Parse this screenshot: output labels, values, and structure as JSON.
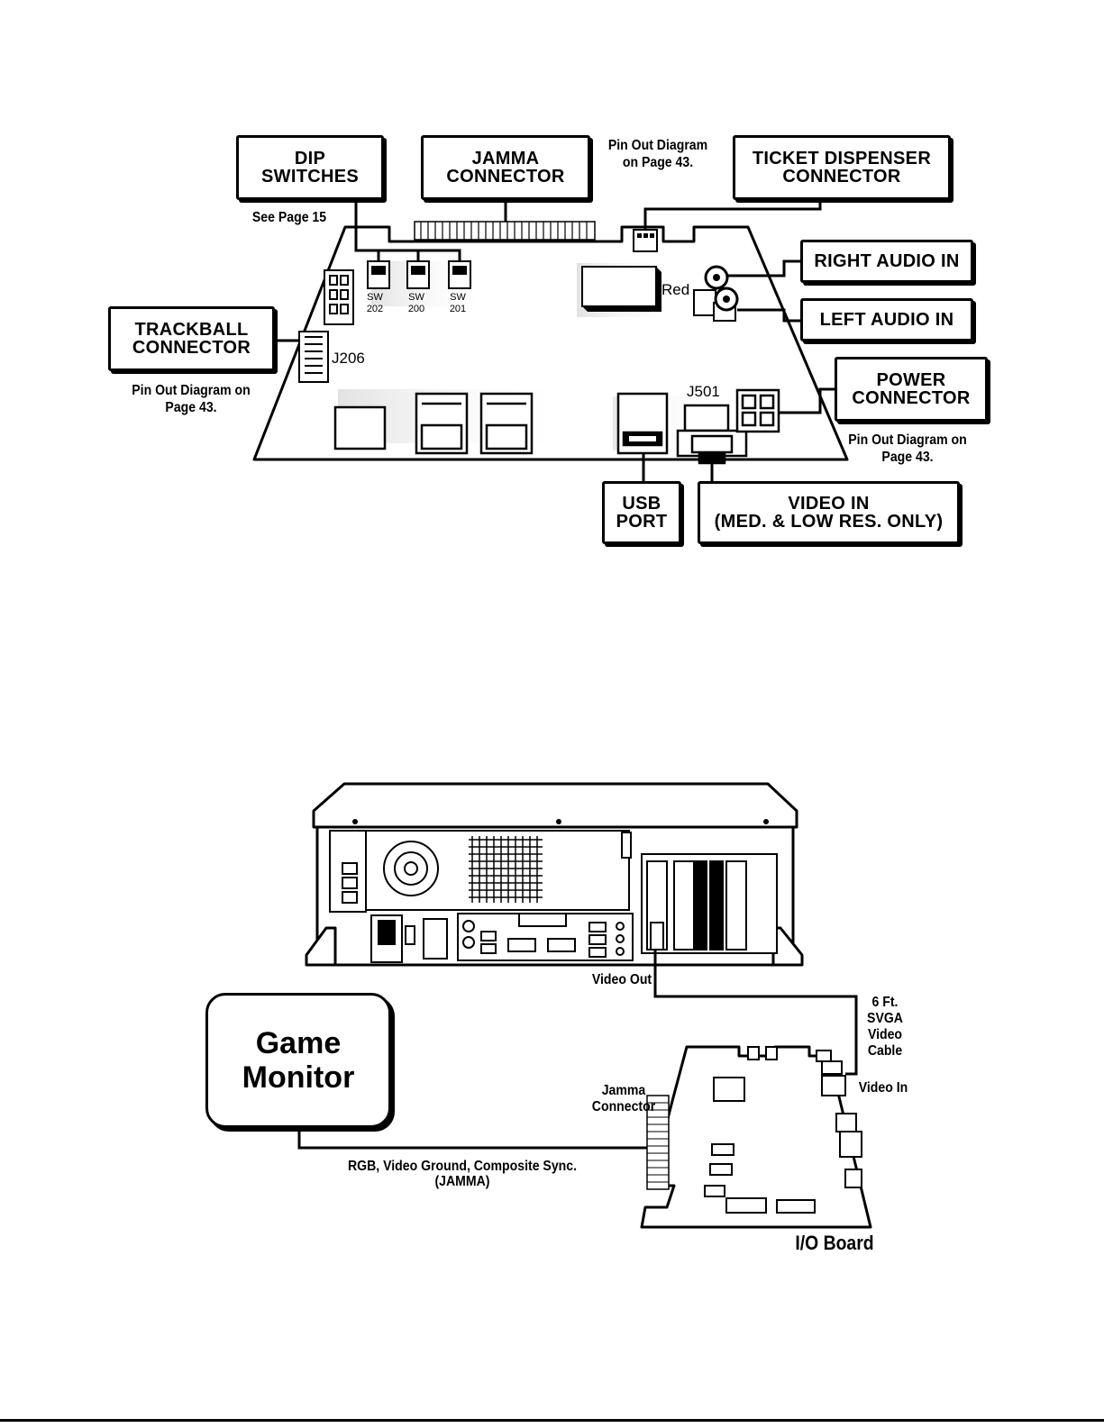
{
  "top_diagram": {
    "boxes": {
      "dip_switches": "DIP\nSWITCHES",
      "jamma_connector": "JAMMA\nCONNECTOR",
      "ticket_dispenser": "TICKET DISPENSER\nCONNECTOR",
      "right_audio": "RIGHT AUDIO IN",
      "left_audio": "LEFT AUDIO IN",
      "trackball": "TRACKBALL\nCONNECTOR",
      "power": "POWER\nCONNECTOR",
      "usb": "USB\nPORT",
      "video_in": "VIDEO IN\n(MED. & LOW RES. ONLY)"
    },
    "notes": {
      "see_page_15": "See Page 15",
      "jamma_pinout": "Pin Out Diagram\non Page 43.",
      "trackball_pinout": "Pin Out Diagram on\nPage 43.",
      "power_pinout": "Pin Out Diagram on\nPage 43."
    },
    "board_labels": {
      "sw202": "SW\n202",
      "sw200": "SW\n200",
      "sw201": "SW\n201",
      "red": "Red",
      "j206": "J206",
      "j501": "J501"
    }
  },
  "bottom_diagram": {
    "video_out": "Video Out",
    "cable": "6 Ft.\nSVGA\nVideo\nCable",
    "video_in": "Video In",
    "jamma_connector": "Jamma\nConnector",
    "game_monitor": "Game\nMonitor",
    "signal": "RGB, Video Ground, Composite Sync.\n(JAMMA)",
    "io_board": "I/O Board"
  }
}
